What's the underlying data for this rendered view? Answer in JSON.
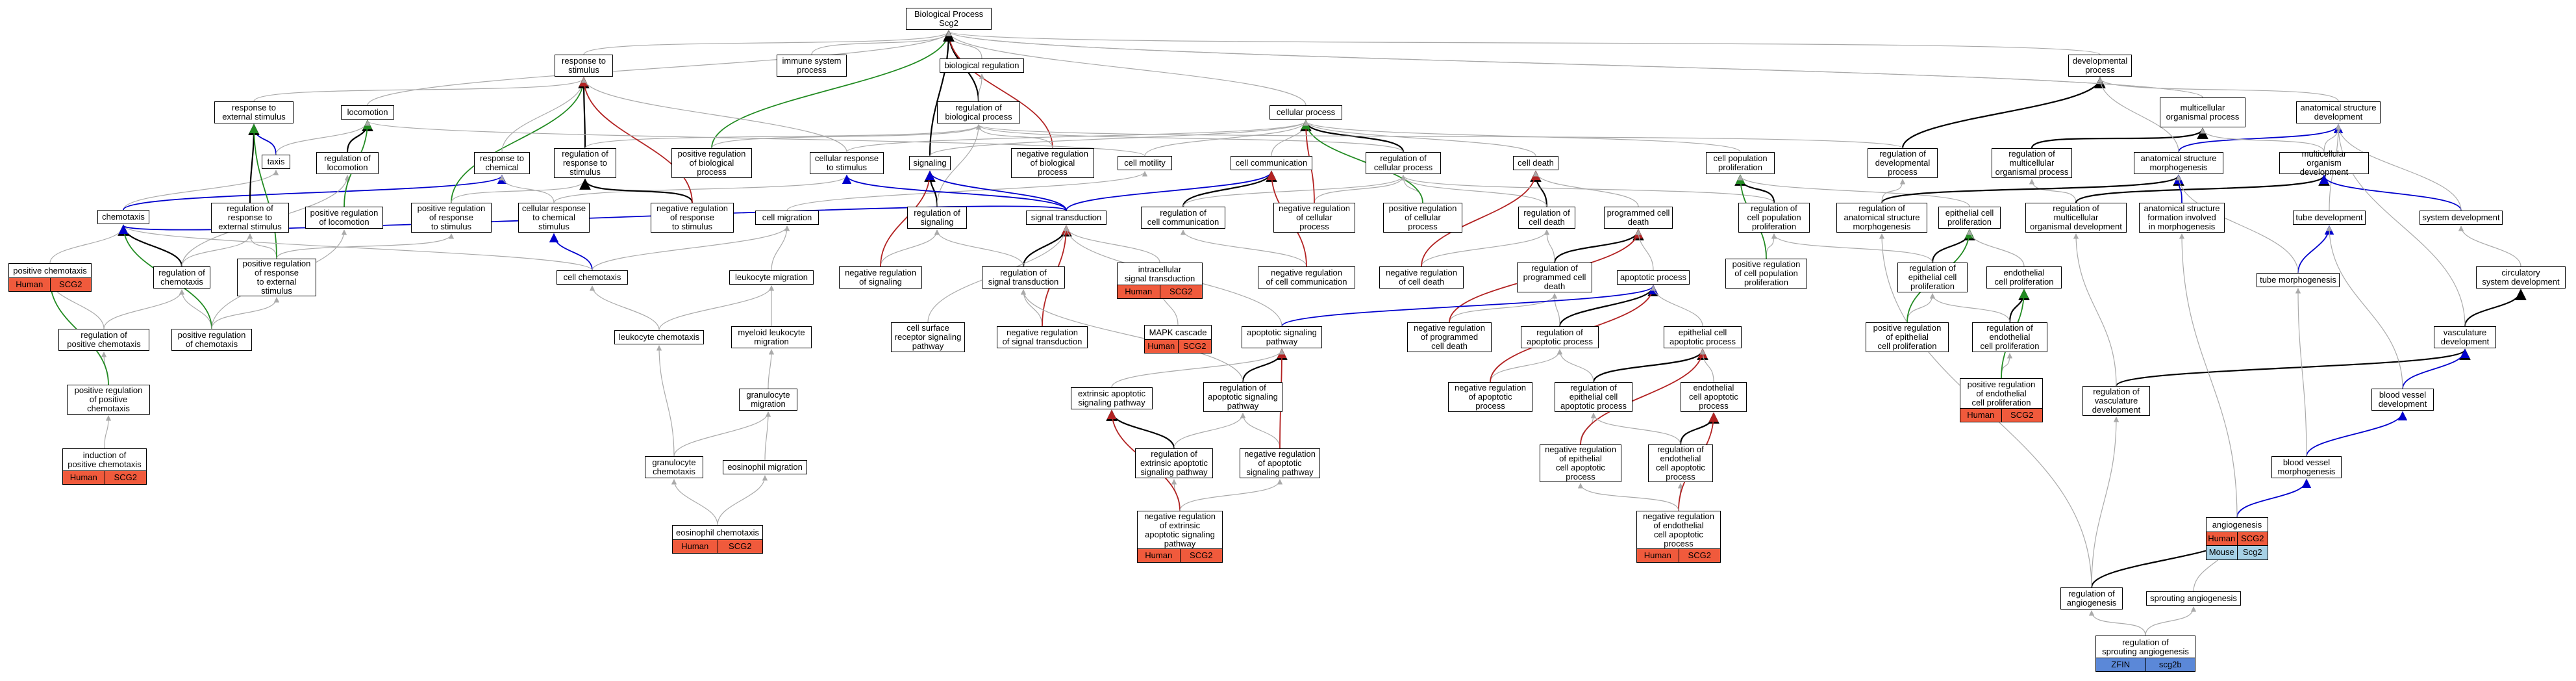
{
  "colors": {
    "human": "#f05a3c",
    "mouse": "#a6d1e6",
    "zebrafish": "#5b88d8",
    "is_a_edge": "#aaaaaa",
    "part_of_edge": "#000000",
    "negative_edge": "#b22222",
    "positive_edge": "#228b22",
    "regulates_edge": "#0000cc"
  },
  "nodes": {
    "bp": "Biological Process\nScg2",
    "biological_regulation": "biological regulation",
    "immune_system_process": "immune system\nprocess",
    "response_to_stimulus": "response to\nstimulus",
    "response_to_external_stimulus": "response to\nexternal stimulus",
    "locomotion": "locomotion",
    "taxis": "taxis",
    "regulation_of_locomotion": "regulation of\nlocomotion",
    "chemotaxis": "chemotaxis",
    "regulation_of_response_to_external_stimulus": "regulation of\nresponse to\nexternal stimulus",
    "regulation_of_chemotaxis": "regulation of\nchemotaxis",
    "positive_regulation_of_locomotion": "positive regulation\nof locomotion",
    "positive_chemotaxis": "positive chemotaxis",
    "regulation_of_positive_chemotaxis": "regulation of\npositive chemotaxis",
    "positive_regulation_of_chemotaxis": "positive regulation\nof chemotaxis",
    "positive_regulation_of_positive_chemotaxis": "positive regulation\nof positive\nchemotaxis",
    "induction_of_positive_chemotaxis": "induction of\npositive chemotaxis",
    "positive_regulation_of_response_to_external_stimulus": "positive regulation\nof response\nto external\nstimulus",
    "positive_regulation_of_response_to_stimulus": "positive regulation\nof response\nto stimulus",
    "response_to_chemical": "response to\nchemical",
    "regulation_of_response_to_stimulus": "regulation of\nresponse to\nstimulus",
    "cellular_response_to_chemical_stimulus": "cellular response\nto chemical\nstimulus",
    "negative_regulation_of_response_to_stimulus": "negative regulation\nof response\nto stimulus",
    "cell_chemotaxis": "cell chemotaxis",
    "positive_regulation_of_biological_process": "positive regulation\nof biological\nprocess",
    "regulation_of_biological_process": "regulation of\nbiological process",
    "negative_regulation_of_biological_process": "negative regulation\nof biological\nprocess",
    "cellular_response_to_stimulus": "cellular response\nto stimulus",
    "signaling": "signaling",
    "cell_motility": "cell motility",
    "cell_migration": "cell migration",
    "leukocyte_migration": "leukocyte migration",
    "leukocyte_chemotaxis": "leukocyte chemotaxis",
    "myeloid_leukocyte_migration": "myeloid leukocyte\nmigration",
    "granulocyte_migration": "granulocyte\nmigration",
    "granulocyte_chemotaxis": "granulocyte\nchemotaxis",
    "eosinophil_migration": "eosinophil migration",
    "eosinophil_chemotaxis": "eosinophil chemotaxis",
    "regulation_of_signaling": "regulation of\nsignaling",
    "negative_regulation_of_signaling": "negative regulation\nof signaling",
    "signal_transduction": "signal transduction",
    "regulation_of_signal_transduction": "regulation of\nsignal transduction",
    "negative_regulation_of_signal_transduction": "negative regulation\nof signal transduction",
    "cell_surface_receptor_signaling_pathway": "cell surface\nreceptor signaling\npathway",
    "intracellular_signal_transduction": "intracellular\nsignal transduction",
    "mapk_cascade": "MAPK cascade",
    "cellular_process": "cellular process",
    "cell_communication": "cell communication",
    "regulation_of_cell_communication": "regulation of\ncell communication",
    "negative_regulation_of_cell_communication": "negative regulation\nof cell communication",
    "regulation_of_cellular_process": "regulation of\ncellular process",
    "negative_regulation_of_cellular_process": "negative regulation\nof cellular\nprocess",
    "positive_regulation_of_cellular_process": "positive regulation\nof cellular\nprocess",
    "cell_death": "cell death",
    "regulation_of_cell_death": "regulation of\ncell death",
    "negative_regulation_of_cell_death": "negative regulation\nof cell death",
    "programmed_cell_death": "programmed cell\ndeath",
    "regulation_of_programmed_cell_death": "regulation of\nprogrammed cell\ndeath",
    "negative_regulation_of_programmed_cell_death": "negative regulation\nof programmed\ncell death",
    "apoptotic_process": "apoptotic process",
    "regulation_of_apoptotic_process": "regulation of\napoptotic process",
    "negative_regulation_of_apoptotic_process": "negative regulation\nof apoptotic\nprocess",
    "apoptotic_signaling_pathway": "apoptotic signaling\npathway",
    "regulation_of_apoptotic_signaling_pathway": "regulation of\napoptotic signaling\npathway",
    "negative_regulation_of_apoptotic_signaling_pathway": "negative regulation\nof apoptotic\nsignaling pathway",
    "extrinsic_apoptotic_signaling_pathway": "extrinsic apoptotic\nsignaling pathway",
    "regulation_of_extrinsic_apoptotic_signaling_pathway": "regulation of\nextrinsic apoptotic\nsignaling pathway",
    "negative_regulation_of_extrinsic_apoptotic_signaling_pathway": "negative regulation\nof extrinsic\napoptotic signaling\npathway",
    "epithelial_cell_apoptotic_process": "epithelial cell\napoptotic process",
    "regulation_of_epithelial_cell_apoptotic_process": "regulation of\nepithelial cell\napoptotic process",
    "negative_regulation_of_epithelial_cell_apoptotic_process": "negative regulation\nof epithelial\ncell apoptotic\nprocess",
    "endothelial_cell_apoptotic_process": "endothelial\ncell apoptotic\nprocess",
    "regulation_of_endothelial_cell_apoptotic_process": "regulation of\nendothelial\ncell apoptotic\nprocess",
    "negative_regulation_of_endothelial_cell_apoptotic_process": "negative regulation\nof endothelial\ncell apoptotic\nprocess",
    "cell_population_proliferation": "cell population\nproliferation",
    "regulation_of_cell_population_proliferation": "regulation of\ncell population\nproliferation",
    "positive_regulation_of_cell_population_proliferation": "positive regulation\nof cell population\nproliferation",
    "epithelial_cell_proliferation": "epithelial cell\nproliferation",
    "regulation_of_epithelial_cell_proliferation": "regulation of\nepithelial cell\nproliferation",
    "positive_regulation_of_epithelial_cell_proliferation": "positive regulation\nof epithelial\ncell proliferation",
    "endothelial_cell_proliferation": "endothelial\ncell proliferation",
    "regulation_of_endothelial_cell_proliferation": "regulation of\nendothelial\ncell proliferation",
    "positive_regulation_of_endothelial_cell_proliferation": "positive regulation\nof endothelial\ncell proliferation",
    "developmental_process": "developmental\nprocess",
    "regulation_of_developmental_process": "regulation of\ndevelopmental\nprocess",
    "multicellular_organismal_process": "multicellular\norganismal process",
    "regulation_of_multicellular_organismal_process": "regulation of\nmulticellular\norganismal process",
    "regulation_of_multicellular_organismal_development": "regulation of\nmulticellular\norganismal development",
    "regulation_of_anatomical_structure_morphogenesis": "regulation of\nanatomical structure\nmorphogenesis",
    "anatomical_structure_development": "anatomical structure\ndevelopment",
    "anatomical_structure_morphogenesis": "anatomical structure\nmorphogenesis",
    "multicellular_organism_development": "multicellular\norganism development",
    "anatomical_structure_formation": "anatomical structure\nformation involved\nin morphogenesis",
    "tube_development": "tube development",
    "system_development": "system development",
    "tube_morphogenesis": "tube morphogenesis",
    "circulatory_system_development": "circulatory\nsystem development",
    "vasculature_development": "vasculature\ndevelopment",
    "regulation_of_vasculature_development": "regulation of\nvasculature\ndevelopment",
    "blood_vessel_development": "blood vessel\ndevelopment",
    "blood_vessel_morphogenesis": "blood vessel\nmorphogenesis",
    "angiogenesis": "angiogenesis",
    "regulation_of_angiogenesis": "regulation of\nangiogenesis",
    "sprouting_angiogenesis": "sprouting angiogenesis",
    "regulation_of_sprouting_angiogenesis": "regulation of\nsprouting angiogenesis"
  },
  "annotations": {
    "human": "Human",
    "mouse": "Mouse",
    "zfish": "ZFIN",
    "gene_upper": "SCG2",
    "gene_mouse": "Scg2",
    "gene_zfish": "scg2b"
  }
}
